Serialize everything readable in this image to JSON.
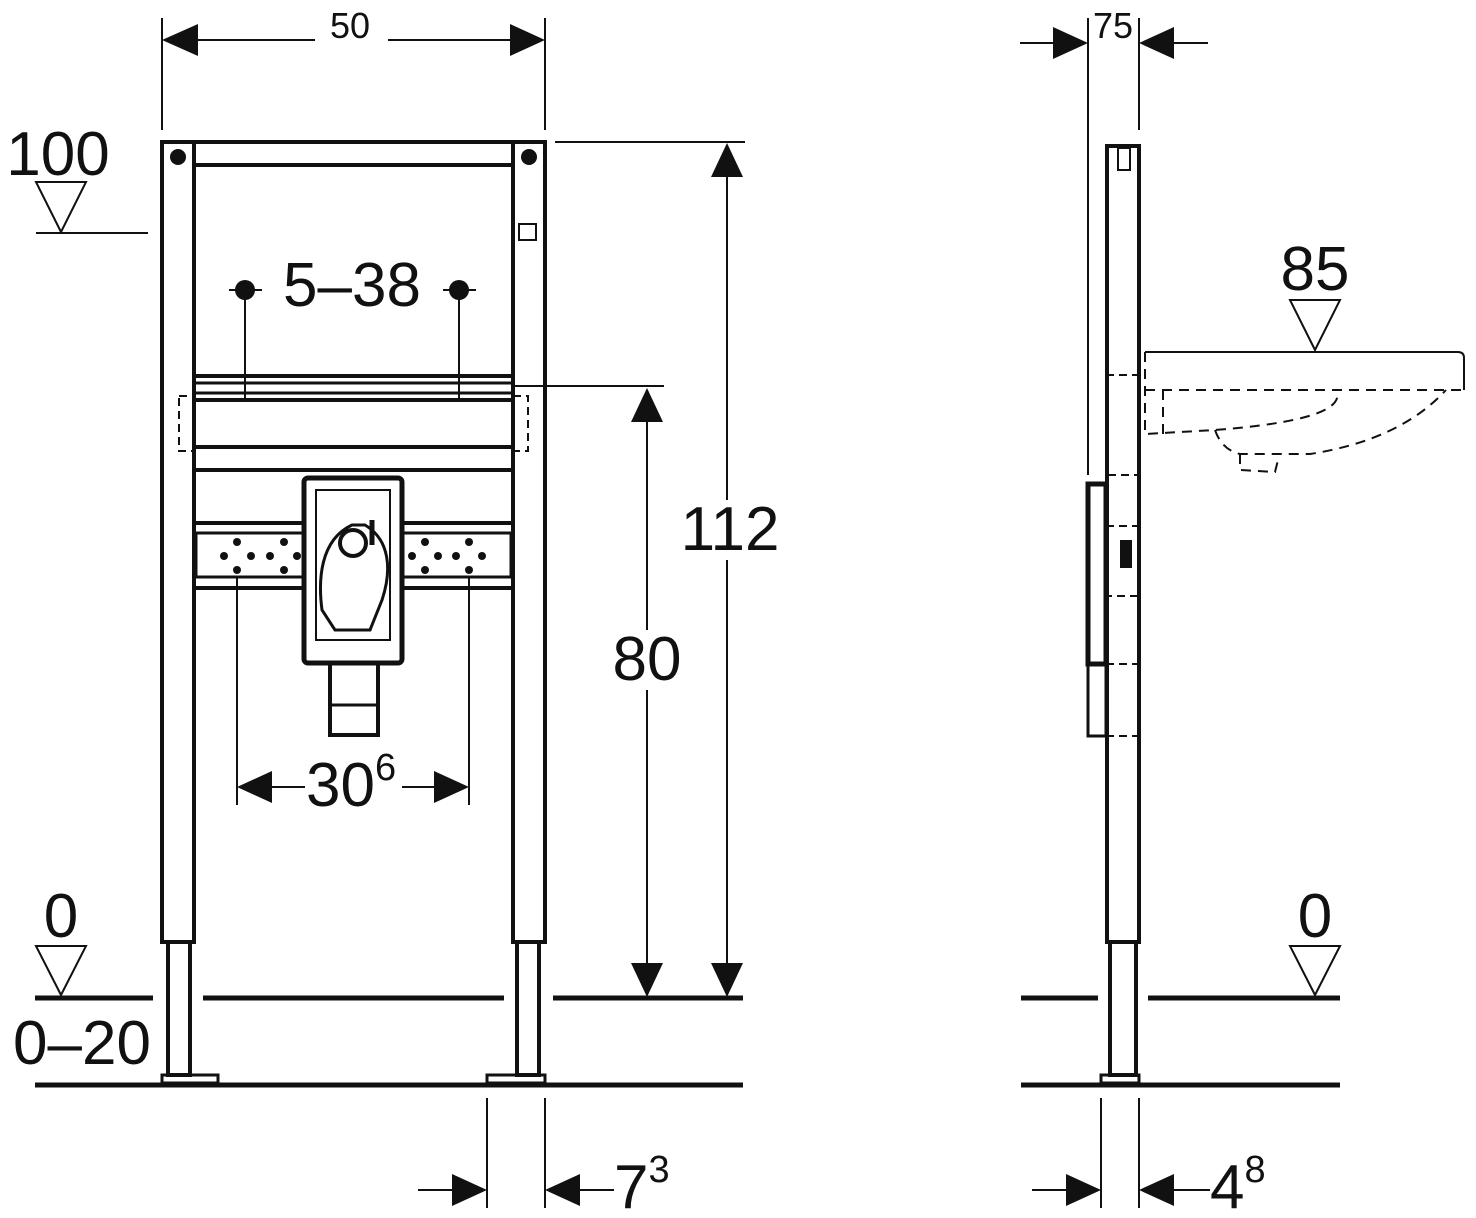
{
  "front_view": {
    "width_label": "50",
    "top_level_label": "100",
    "hole_spacing_label": "5–38",
    "height_total_label": "112",
    "height_rail_label": "80",
    "floor_level_label": "0",
    "floor_adjust_label": "0–20",
    "drain_spacing_main": "30",
    "drain_spacing_sup": "6",
    "foot_width_main": "7",
    "foot_width_sup": "3"
  },
  "side_view": {
    "depth_label": "75",
    "basin_level_label": "85",
    "floor_level_label": "0",
    "foot_depth_main": "4",
    "foot_depth_sup": "8"
  },
  "colors": {
    "line": "#111111",
    "background": "#ffffff"
  }
}
